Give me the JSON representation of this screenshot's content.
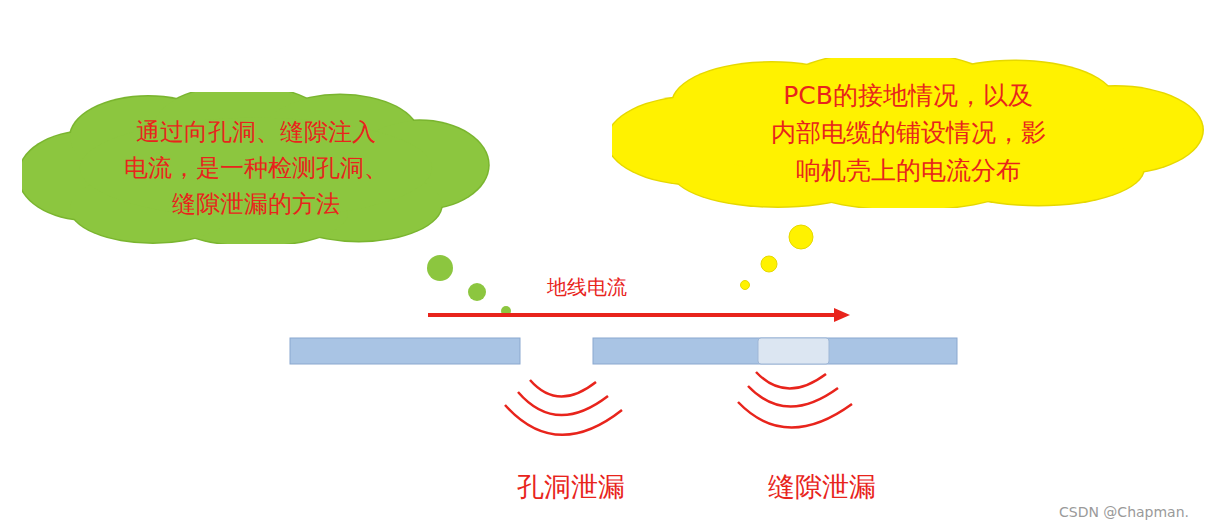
{
  "diagram": {
    "nodes": [
      {
        "text": [
          "通过向孔洞、缝隙注入 电流，是一种检测孔洞、 缝隙泄漏的方法"
        ]
      },
      {
        "text": [
          "PCB的接地情况，以及 内部电缆的铺设情况，影 响机壳上的电流分布"
        ]
      }
    ],
    "labels": [
      "地线电流",
      "孔洞泄漏",
      "缝隙泄漏",
      "CSDN @Chapman."
    ]
  }
}
